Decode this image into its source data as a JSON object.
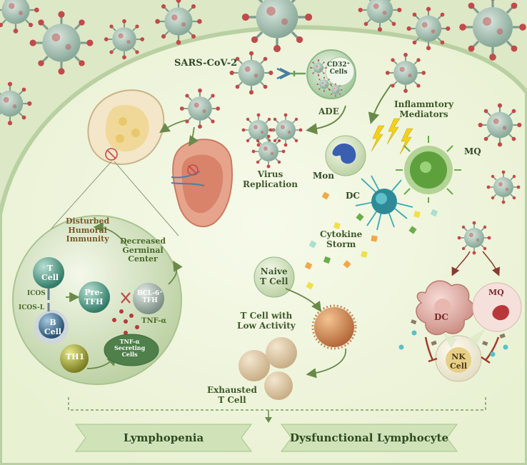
{
  "labels": {
    "sars": "SARS-CoV-2",
    "cd32_line1": "CD32⁺",
    "cd32_line2": "Cells",
    "ade": "ADE",
    "inflam_line1": "Inflammtory",
    "inflam_line2": "Mediators",
    "mq_top": "MQ",
    "mon": "Mon",
    "dc_mid": "DC",
    "virus_line1": "Virus",
    "virus_line2": "Replication",
    "cytokine_line1": "Cytokine",
    "cytokine_line2": "Storm",
    "disturbed_line1": "Disturbed",
    "disturbed_line2": "Humoral",
    "disturbed_line3": "Immunity",
    "decreased_line1": "Decreased",
    "decreased_line2": "Germinal",
    "decreased_line3": "Center",
    "tcell_line1": "T",
    "tcell_line2": "Cell",
    "icos": "ICOS",
    "icosl": "ICOS-L",
    "bcell_line1": "B",
    "bcell_line2": "Cell",
    "pretfh_line1": "Pre-",
    "pretfh_line2": "TFH",
    "bcl_line1": "BCL-6⁺",
    "bcl_line2": "TFH",
    "tnfa": "TNF-α",
    "th1": "TH1",
    "tnf_cells_line1": "TNF-α",
    "tnf_cells_line2": "Secreting",
    "tnf_cells_line3": "Cells",
    "naive_line1": "Naive",
    "naive_line2": "T Cell",
    "lowact_line1": "T Cell with",
    "lowact_line2": "Low Activity",
    "exhausted_line1": "Exhausted",
    "exhausted_line2": "T Cell",
    "dc_right": "DC",
    "mq_right": "MQ",
    "nk_line1": "NK",
    "nk_line2": "Cell"
  },
  "banners": {
    "left": "Lymphopenia",
    "right": "Dysfunctional Lymphocyte"
  },
  "colors": {
    "background": "#dfe9c9",
    "inner": "#f3f7e4",
    "text": "#3e5a2a",
    "virus": "#8fb0a0",
    "virus_spike": "#c24a4a",
    "arrow": "#6a8a4a",
    "inhibit": "#a33b2b"
  }
}
